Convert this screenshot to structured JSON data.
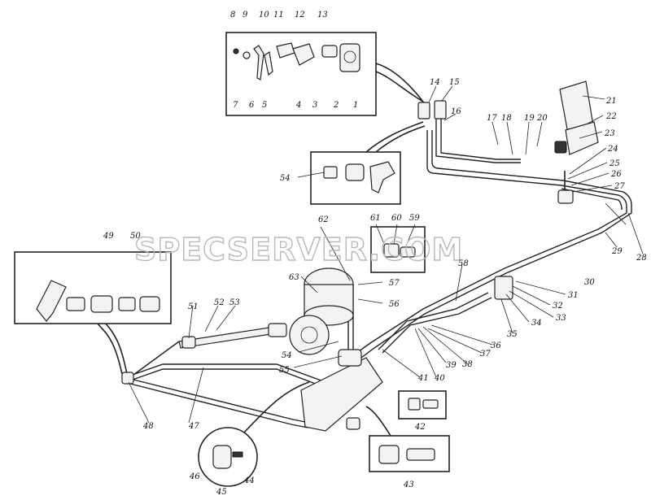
{
  "watermark": "SPECSERVER.COM",
  "part_numbers": [
    "1",
    "2",
    "3",
    "4",
    "5",
    "6",
    "7",
    "8",
    "9",
    "10",
    "11",
    "12",
    "13",
    "14",
    "15",
    "16",
    "17",
    "18",
    "19",
    "20",
    "21",
    "22",
    "23",
    "24",
    "25",
    "26",
    "27",
    "28",
    "29",
    "30",
    "31",
    "32",
    "33",
    "34",
    "35",
    "36",
    "37",
    "38",
    "39",
    "40",
    "41",
    "42",
    "43",
    "44",
    "45",
    "46",
    "47",
    "48",
    "49",
    "50",
    "51",
    "52",
    "53",
    "54",
    "55",
    "56",
    "57",
    "58",
    "59",
    "60",
    "61",
    "62",
    "63",
    "54"
  ],
  "colors": {
    "ink": "#222222",
    "watermark": "#b8b8b8",
    "paper": "#ffffff"
  }
}
